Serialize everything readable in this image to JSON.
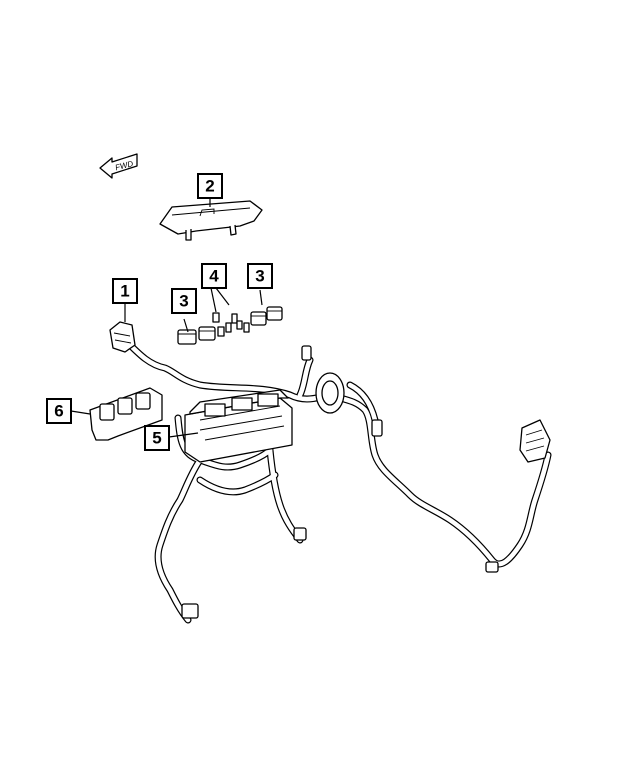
{
  "orientation": {
    "label": "FWD"
  },
  "callouts": [
    {
      "id": "callout-1",
      "label": "1"
    },
    {
      "id": "callout-2",
      "label": "2"
    },
    {
      "id": "callout-3a",
      "label": "3"
    },
    {
      "id": "callout-3b",
      "label": "3"
    },
    {
      "id": "callout-4",
      "label": "4"
    },
    {
      "id": "callout-5",
      "label": "5"
    },
    {
      "id": "callout-6",
      "label": "6"
    }
  ]
}
